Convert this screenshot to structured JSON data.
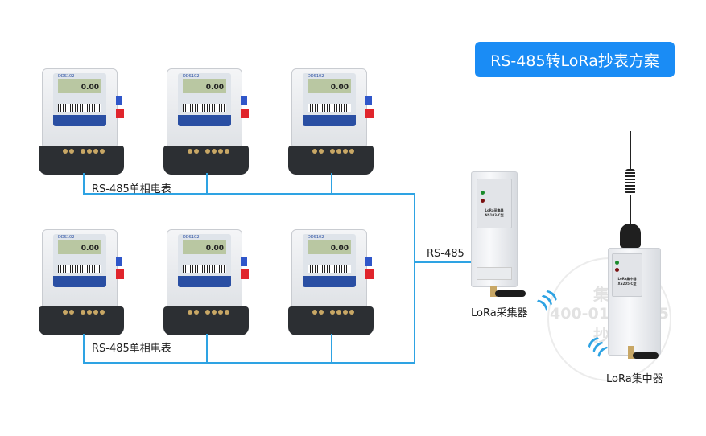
{
  "title": "RS-485转LoRa抄表方案",
  "meter_group_label_top": "RS-485单相电表",
  "meter_group_label_bottom": "RS-485单相电表",
  "bus_label": "RS-485",
  "meter": {
    "model": "DDS102",
    "reading": "0.00"
  },
  "collector": {
    "caption": "LoRa采集器",
    "name": "LoRa采集器",
    "model": "NS103-C型"
  },
  "concentrator": {
    "caption": "LoRa集中器",
    "name": "LoRa集中器",
    "model": "XS205-C型"
  },
  "watermark": {
    "brand": "集社",
    "phone": "400-012-2295",
    "text": "抄表"
  },
  "colors": {
    "accent": "#1a8cf5",
    "bus_line": "#2ea3e3"
  }
}
